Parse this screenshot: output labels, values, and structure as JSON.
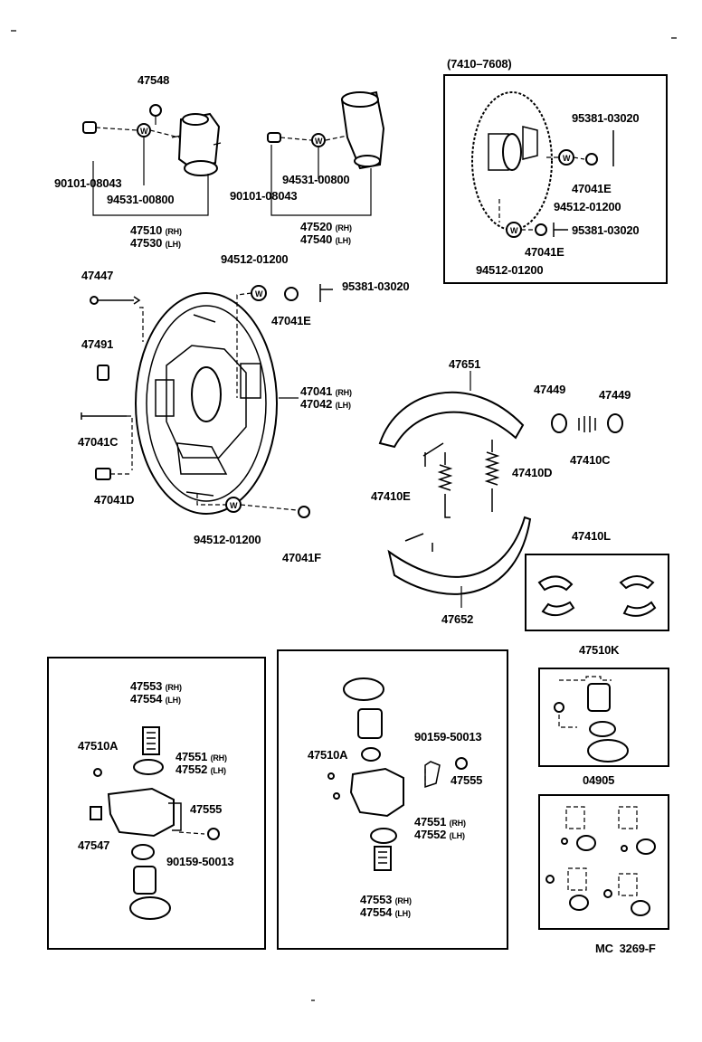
{
  "labels": {
    "p47548": "47548",
    "p90101_a": "90101-08043",
    "p94531_a": "94531-00800",
    "p47510": "47510",
    "p47530": "47530",
    "p94531_b": "94531-00800",
    "p90101_b": "90101-08043",
    "p47520": "47520",
    "p47540": "47540",
    "range": "(7410–7608)",
    "p95381_a": "95381-03020",
    "p47041E_a": "47041E",
    "p94512_a": "94512-01200",
    "p95381_b": "95381-03020",
    "p47041E_b": "47041E",
    "p94512_b": "94512-01200",
    "p47447": "47447",
    "p94512_c": "94512-01200",
    "p95381_c": "95381-03020",
    "p47041E_c": "47041E",
    "p47491": "47491",
    "p47041": "47041",
    "p47042": "47042",
    "p47041C": "47041C",
    "p47041D": "47041D",
    "p94512_d": "94512-01200",
    "p47041F": "47041F",
    "p47651": "47651",
    "p47449_a": "47449",
    "p47449_b": "47449",
    "p47410C": "47410C",
    "p47410D": "47410D",
    "p47410E": "47410E",
    "p47410L": "47410L",
    "p47652": "47652",
    "p47510K": "47510K",
    "p04905": "04905",
    "p47553_a": "47553",
    "p47554_a": "47554",
    "p47510A_a": "47510A",
    "p47551_a": "47551",
    "p47552_a": "47552",
    "p47555_a": "47555",
    "p47547": "47547",
    "p90159_a": "90159-50013",
    "p47510A_b": "47510A",
    "p90159_b": "90159-50013",
    "p47555_b": "47555",
    "p47551_b": "47551",
    "p47552_b": "47552",
    "p47553_b": "47553",
    "p47554_b": "47554",
    "footer": "MC  3269-F"
  },
  "suffix": {
    "rh": "(RH)",
    "lh": "(LH)"
  }
}
